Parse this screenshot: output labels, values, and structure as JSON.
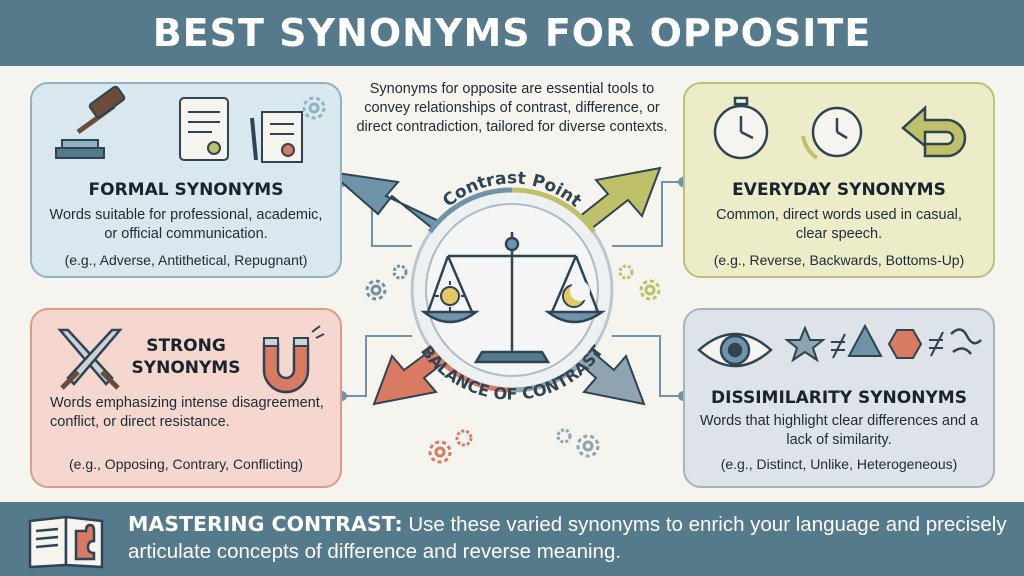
{
  "title": "BEST SYNONYMS FOR OPPOSITE",
  "intro": "Synonyms for opposite are essential tools to convey relationships of contrast, difference, or direct contradiction, tailored for diverse contexts.",
  "center": {
    "top_label": "Contrast Point",
    "bottom_label": "BALANCE OF CONTRAST"
  },
  "cards": {
    "formal": {
      "title": "FORMAL SYNONYMS",
      "description": "Words suitable for professional, academic, or official communication.",
      "examples": "(e.g., Adverse, Antithetical, Repugnant)"
    },
    "everyday": {
      "title": "EVERYDAY SYNONYMS",
      "description": "Common, direct words used in casual, clear speech.",
      "examples": "(e.g., Reverse, Backwards, Bottoms-Up)"
    },
    "strong": {
      "title_line1": "STRONG",
      "title_line2": "SYNONYMS",
      "description": "Words emphasizing intense disagreement, conflict, or direct resistance.",
      "examples": "(e.g., Opposing, Contrary, Conflicting)"
    },
    "dissimilarity": {
      "title": "DISSIMILARITY SYNONYMS",
      "description": "Words that highlight clear differences and a lack of similarity.",
      "examples": "(e.g., Distinct, Unlike, Heterogeneous)"
    }
  },
  "footer": {
    "label": "MASTERING CONTRAST:",
    "text": " Use these varied synonyms to enrich your language and precisely articulate concepts of difference and reverse meaning."
  },
  "colors": {
    "header_bg": "#557a8c",
    "formal_bg": "#d9e8ef",
    "everyday_bg": "#ecedc8",
    "strong_bg": "#f5d7cf",
    "dissimilarity_bg": "#dde3e8",
    "arrow_blue": "#6f93a8",
    "arrow_olive": "#bfc06a",
    "arrow_red": "#d97a63",
    "arrow_slate": "#8fa3b0"
  },
  "icons": [
    "gavel-icon",
    "scroll-icon",
    "certificate-icon",
    "gear-icon",
    "stopwatch-icon",
    "clock-reverse-icon",
    "undo-arrow-icon",
    "crossed-swords-icon",
    "magnet-icon",
    "eye-icon",
    "star-not-equal-triangle-icon",
    "hexagon-not-equal-squiggle-icon",
    "scale-icon",
    "sun-icon",
    "moon-icon",
    "book-puzzle-icon"
  ]
}
